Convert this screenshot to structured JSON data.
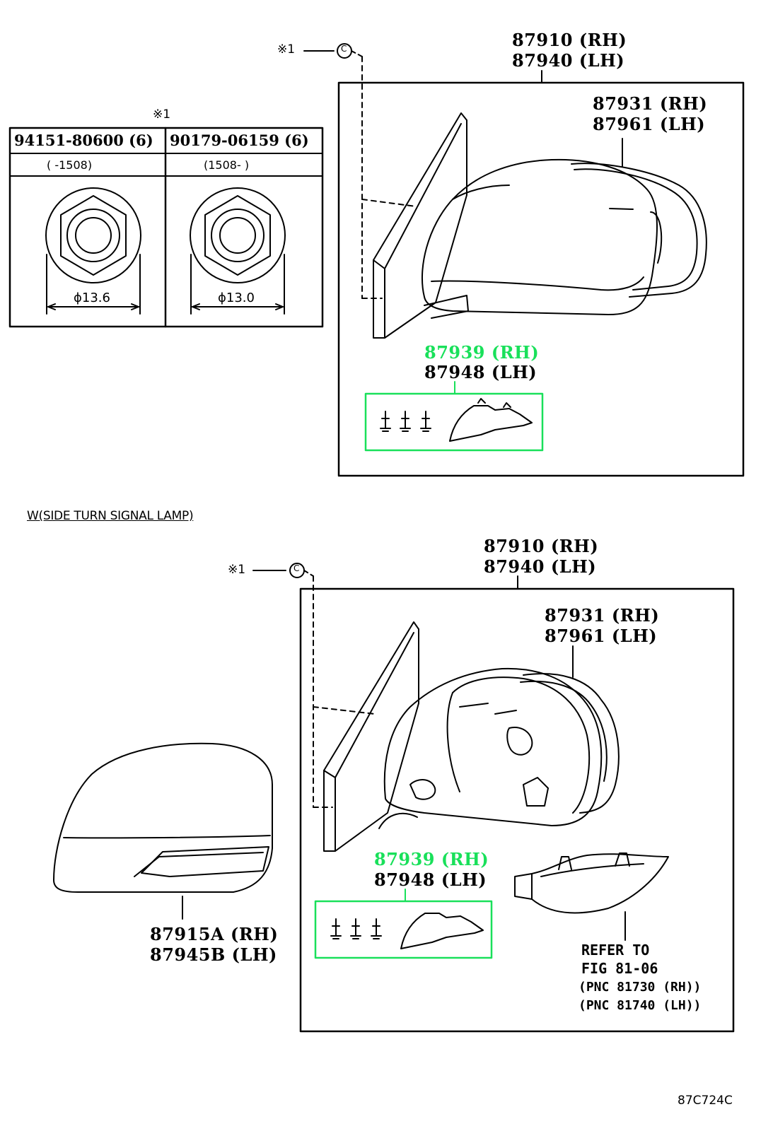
{
  "note_mark": "※1",
  "clip_symbol": "C",
  "table": {
    "col1_part": "94151-80600 (6)",
    "col1_range": "(      -1508)",
    "col1_dim": "ϕ13.6",
    "col2_part": "90179-06159 (6)",
    "col2_range": "(1508-      )",
    "col2_dim": "ϕ13.0"
  },
  "top_assembly": {
    "assy_rh": "87910 (RH)",
    "assy_lh": "87940 (LH)",
    "mirror_rh": "87931 (RH)",
    "mirror_lh": "87961 (LH)",
    "kit_rh": "87939 (RH)",
    "kit_lh": "87948 (LH)"
  },
  "section_heading": "W(SIDE TURN SIGNAL LAMP)",
  "bottom_assembly": {
    "assy_rh": "87910 (RH)",
    "assy_lh": "87940 (LH)",
    "mirror_rh": "87931 (RH)",
    "mirror_lh": "87961 (LH)",
    "kit_rh": "87939 (RH)",
    "kit_lh": "87948 (LH)",
    "cover_rh": "87915A (RH)",
    "cover_lh": "87945B (LH)",
    "refer_line1": "REFER TO",
    "refer_line2": "FIG 81-06",
    "refer_line3": "(PNC 81730 (RH))",
    "refer_line4": "(PNC 81740 (LH))"
  },
  "figure_code": "87C724C",
  "colors": {
    "highlight": "#19e05a",
    "line": "#000000"
  }
}
